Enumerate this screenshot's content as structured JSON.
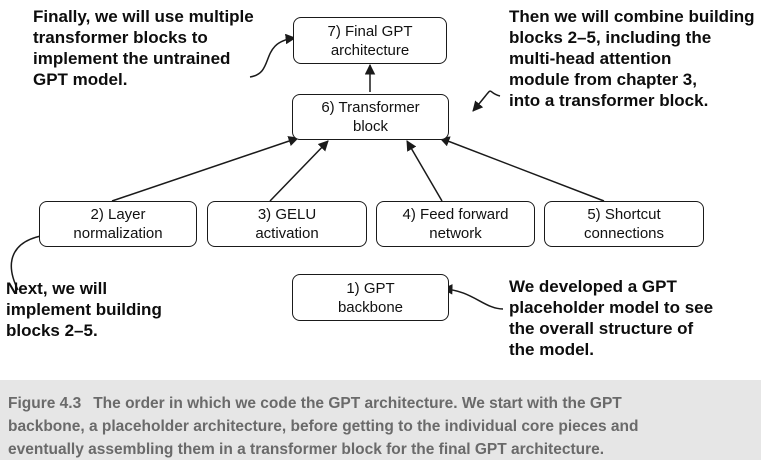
{
  "boxes": {
    "final_gpt": [
      "7) Final GPT",
      "architecture"
    ],
    "transformer_block": [
      "6) Transformer",
      "block"
    ],
    "layer_norm": [
      "2) Layer",
      "normalization"
    ],
    "gelu": [
      "3) GELU",
      "activation"
    ],
    "feed_forward": [
      "4) Feed forward",
      "network"
    ],
    "shortcut": [
      "5) Shortcut",
      "connections"
    ],
    "gpt_backbone": [
      "1) GPT",
      "backbone"
    ]
  },
  "notes": {
    "top_left": [
      "Finally, we will use multiple",
      "transformer blocks to",
      "implement the untrained",
      "GPT model."
    ],
    "top_right": [
      "Then we will combine building",
      "blocks 2–5, including the",
      "multi-head attention",
      "module from chapter 3,",
      "into a transformer block."
    ],
    "bottom_left": [
      "Next, we will",
      "implement building",
      "blocks 2–5."
    ],
    "bottom_right": [
      "We developed a GPT",
      "placeholder model to see",
      "the overall structure of",
      "the model."
    ]
  },
  "caption": {
    "figure_label": "Figure 4.3",
    "lines": [
      "The order in which we code the GPT architecture. We start with the GPT",
      "backbone, a placeholder architecture, before getting to the individual core pieces and",
      "eventually assembling them in a transformer block for the final GPT architecture."
    ]
  },
  "colors": {
    "text": "#111111",
    "box_border": "#1a1a1a",
    "caption_bg": "#e6e6e6",
    "caption_text": "#6a6a6a"
  }
}
